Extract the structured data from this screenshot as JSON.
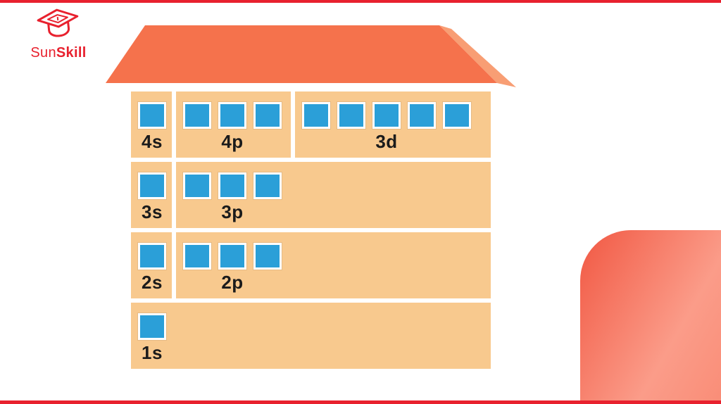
{
  "slide": {
    "background": "#ffffff",
    "border_color": "#E8212E"
  },
  "logo": {
    "sun": "Sun",
    "skill": "Skill",
    "color": "#E8212E"
  },
  "house": {
    "roof_color": "#F5724C",
    "roof_accent_color": "#F89E74",
    "floor_color": "#F8C98E",
    "box_color": "#2B9FD8",
    "box_border_color": "#FFFFFF",
    "label_color": "#1B1B1B",
    "floors": [
      {
        "name": "floor-4",
        "sections": [
          {
            "label": "4s",
            "boxes": 1
          },
          {
            "label": "4p",
            "boxes": 3
          },
          {
            "label": "3d",
            "boxes": 5
          }
        ]
      },
      {
        "name": "floor-3",
        "sections": [
          {
            "label": "3s",
            "boxes": 1
          },
          {
            "label": "3p",
            "boxes": 3
          }
        ]
      },
      {
        "name": "floor-2",
        "sections": [
          {
            "label": "2s",
            "boxes": 1
          },
          {
            "label": "2p",
            "boxes": 3
          }
        ]
      },
      {
        "name": "floor-1",
        "sections": [
          {
            "label": "1s",
            "boxes": 1
          }
        ]
      }
    ]
  }
}
